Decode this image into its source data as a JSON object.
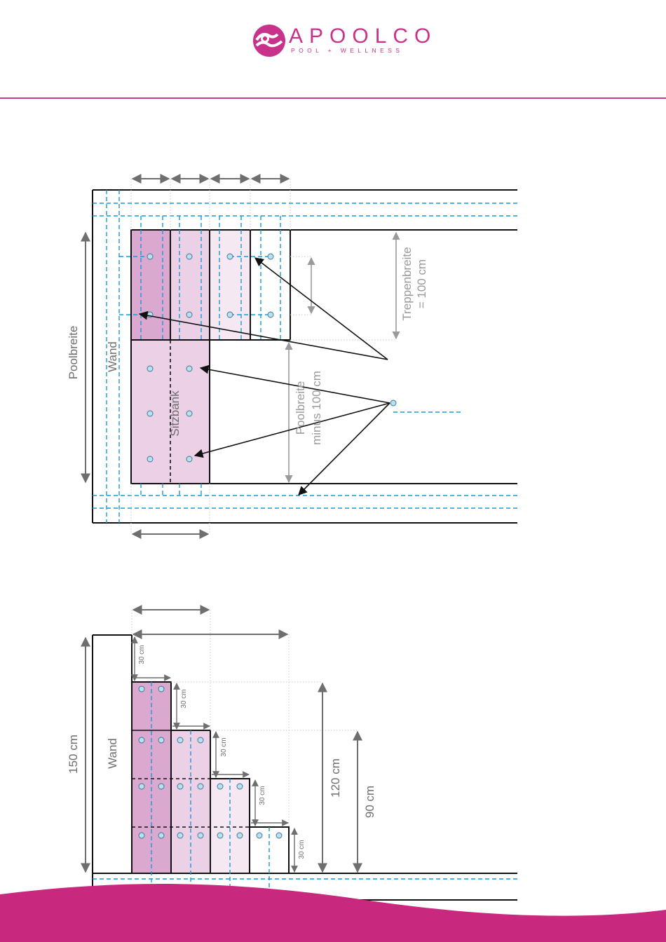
{
  "brand": {
    "name": "APOOLCO",
    "tagline": "POOL + WELLNESS",
    "color": "#c8328a"
  },
  "colors": {
    "outline": "#111111",
    "dimension": "#6e6e6e",
    "guide_dashed": "#1a9ad6",
    "nozzle_fill": "#b7e0f3",
    "step_dark": "#dba9cf",
    "step_medium": "#ecd0e5",
    "step_light": "#f6e8f2",
    "footer": "#c8297f"
  },
  "plan_view": {
    "label_pool_width": "Poolbreite",
    "label_wall": "Wand",
    "label_bench": "Sitzbank",
    "label_stair_width_line1": "Treppenbreite",
    "label_stair_width_line2": "= 100 cm",
    "label_rest_width_line1": "Poolbreite",
    "label_rest_width_line2": "minus 100 cm"
  },
  "section_view": {
    "label_wall": "Wand",
    "label_height_150": "150 cm",
    "label_height_120": "120 cm",
    "label_height_90": "90 cm",
    "label_step_1": "30 cm",
    "label_step_2": "30 cm",
    "label_step_3": "30 cm",
    "label_step_4": "30 cm",
    "label_step_5": "30 cm"
  }
}
